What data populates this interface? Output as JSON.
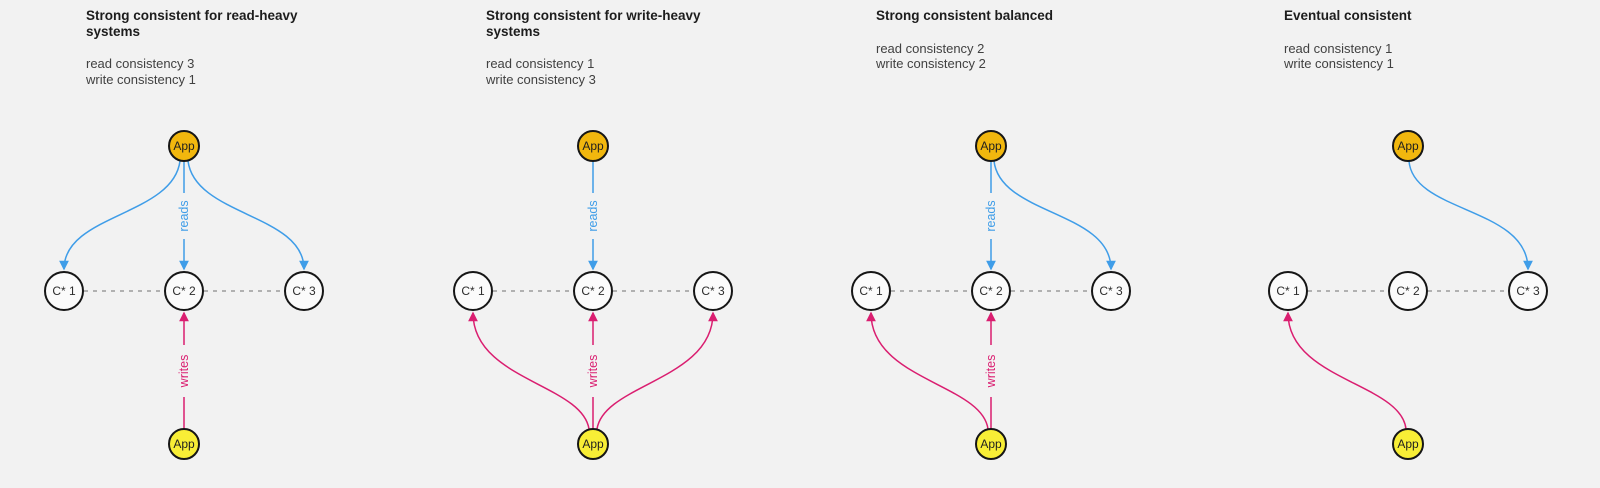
{
  "colors": {
    "background": "#f2f2f2",
    "read_arrow_blue": "#3f9de8",
    "write_arrow_pink": "#da1e70",
    "app_top_fill": "#f1b70e",
    "app_bottom_fill": "#f8ee36",
    "node_fill": "#fbfbfb",
    "node_border": "#161616"
  },
  "panels": [
    {
      "title_line1": "Strong consistent for read-heavy",
      "title_line2": "systems",
      "read_stat": "read consistency 3",
      "write_stat": "write consistency 1",
      "app_label": "App",
      "nodes": [
        "C* 1",
        "C* 2",
        "C* 3"
      ],
      "reads_label": "reads",
      "writes_label": "writes"
    },
    {
      "title_line1": "Strong consistent for write-heavy",
      "title_line2": "systems",
      "read_stat": "read consistency 1",
      "write_stat": "write consistency 3",
      "app_label": "App",
      "nodes": [
        "C* 1",
        "C* 2",
        "C* 3"
      ],
      "reads_label": "reads",
      "writes_label": "writes"
    },
    {
      "title_line1": "Strong consistent balanced",
      "read_stat": "read consistency 2",
      "write_stat": "write consistency 2",
      "app_label": "App",
      "nodes": [
        "C* 1",
        "C* 2",
        "C* 3"
      ],
      "reads_label": "reads",
      "writes_label": "writes"
    },
    {
      "title_line1": "Eventual consistent",
      "read_stat": "read consistency 1",
      "write_stat": "write consistency 1",
      "app_label": "App",
      "nodes": [
        "C* 1",
        "C* 2",
        "C* 3"
      ]
    }
  ]
}
